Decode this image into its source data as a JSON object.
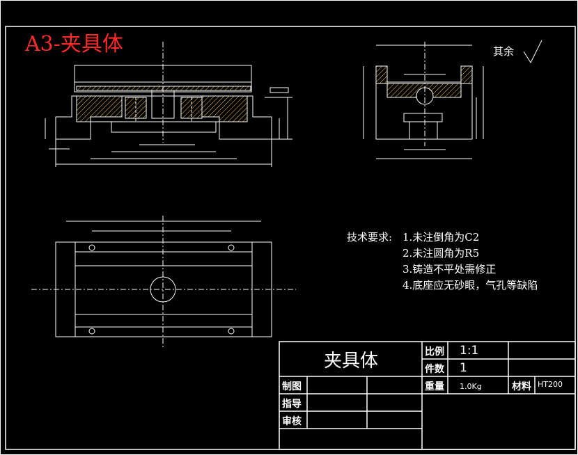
{
  "sheet_title": "A3-夹具体",
  "surface_note": "其余",
  "technical_requirements": {
    "heading": "技术要求:",
    "items": [
      "1.未注倒角为C2",
      "2.未注圆角为R5",
      "3.铸造不平处需修正",
      "4.底座应无砂眼，气孔等缺陷"
    ]
  },
  "title_block": {
    "part_name": "夹具体",
    "scale_label": "比例",
    "scale_value": "1:1",
    "count_label": "件数",
    "count_value": "1",
    "weight_label": "重量",
    "weight_value": "1.0Kg",
    "material_label": "材料",
    "material_value": "HT200",
    "drawn_label": "制图",
    "guide_label": "指导",
    "review_label": "审核"
  },
  "colors": {
    "background": "#000000",
    "lines": "#ffffff",
    "hatch": "#ffd24a",
    "title_red": "#ff2a2a"
  }
}
